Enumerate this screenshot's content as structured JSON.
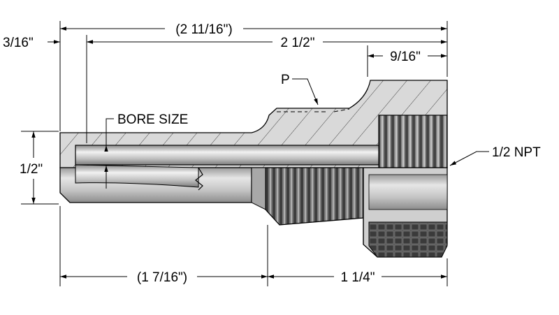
{
  "dimensions": {
    "overall_length": "(2 11/16\")",
    "insertion_length": "2 1/2\"",
    "hex_length": "9/16\"",
    "tip_thickness": "3/16\"",
    "shank_diameter": "1/2\"",
    "lag_length": "(1 7/16\")",
    "thread_length": "1 1/4\""
  },
  "callouts": {
    "bore_size": "BORE SIZE",
    "p": "P",
    "npt": "1/2 NPT"
  },
  "colors": {
    "line": "#000000",
    "body_fill": "#d4d4d4",
    "thread_dark": "#505050"
  }
}
